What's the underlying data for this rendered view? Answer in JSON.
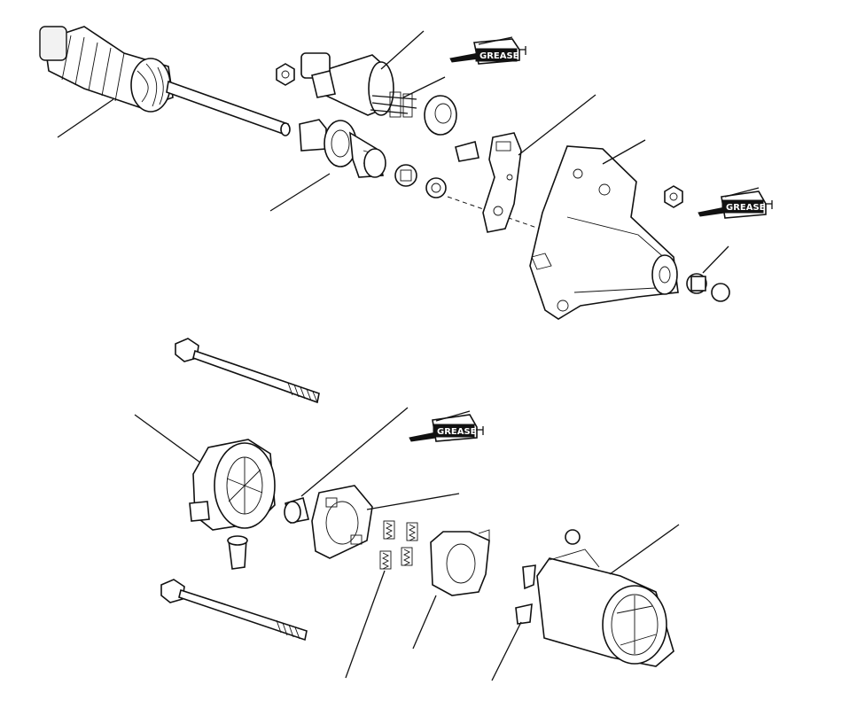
{
  "figure": {
    "grease_labels": [
      "GREASE",
      "GREASE",
      "GREASE"
    ]
  }
}
